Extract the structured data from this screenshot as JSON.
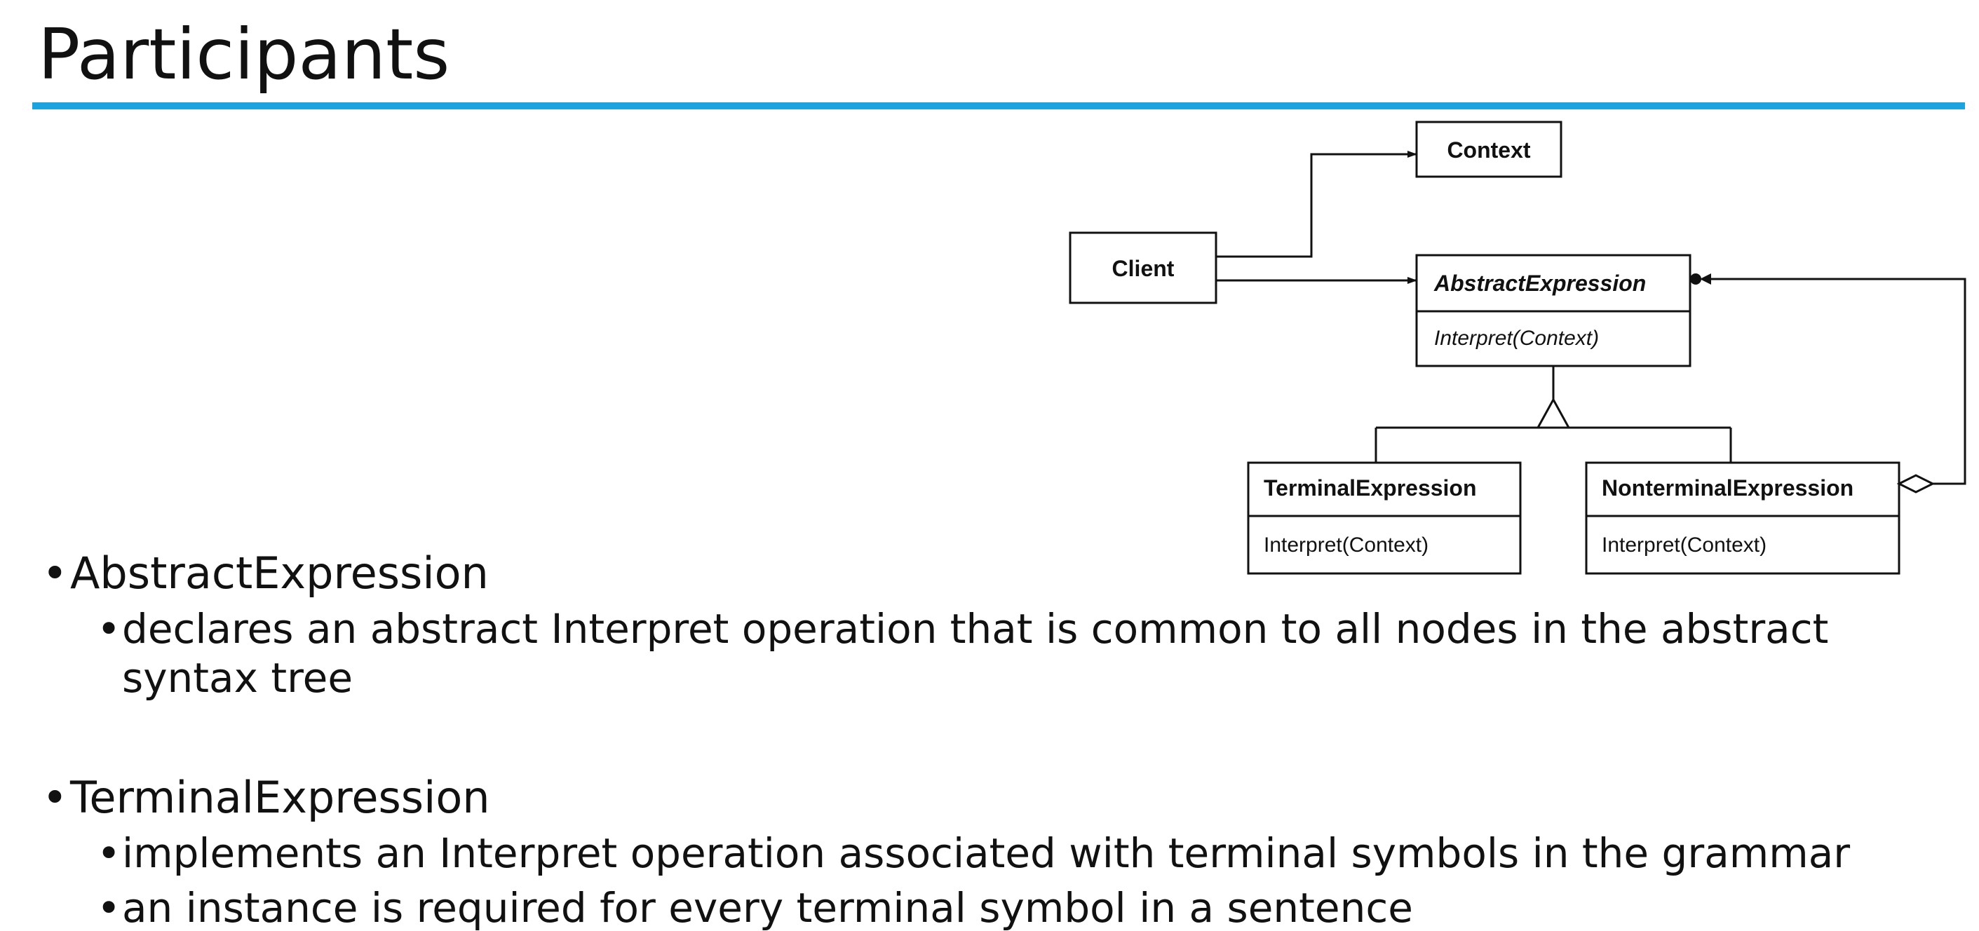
{
  "slide": {
    "title": "Participants",
    "accent_color": "#1aa3de"
  },
  "diagram": {
    "client": "Client",
    "context": "Context",
    "abstract_expression": {
      "name": "AbstractExpression",
      "operation": "Interpret(Context)"
    },
    "terminal_expression": {
      "name": "TerminalExpression",
      "operation": "Interpret(Context)"
    },
    "nonterminal_expression": {
      "name": "NonterminalExpression",
      "operation": "Interpret(Context)"
    }
  },
  "bullets": {
    "bullet_glyph": "•",
    "abstract_expression": {
      "heading": "AbstractExpression",
      "point1_line1": "declares an abstract Interpret operation that is common to all nodes in the abstract",
      "point1_line2": "syntax tree"
    },
    "terminal_expression": {
      "heading": "TerminalExpression",
      "point1": "implements an Interpret operation associated with terminal symbols in the grammar",
      "point2": "an instance is required for every terminal symbol in a sentence"
    }
  }
}
